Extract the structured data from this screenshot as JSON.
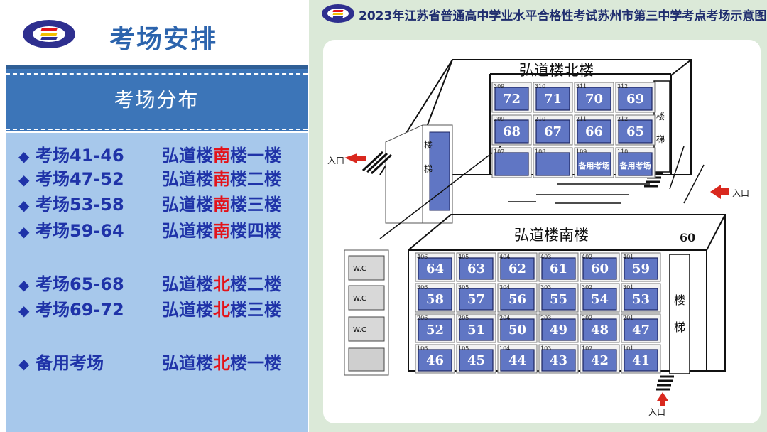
{
  "left_panel": {
    "heading": "考场安排",
    "band_title": "考场分布",
    "rows": [
      {
        "bullet": "◆",
        "range": "考场41-46",
        "loc_a": "弘道楼",
        "loc_hl": "南",
        "loc_b": "楼一楼"
      },
      {
        "bullet": "◆",
        "range": "考场47-52",
        "loc_a": "弘道楼",
        "loc_hl": "南",
        "loc_b": "楼二楼"
      },
      {
        "bullet": "◆",
        "range": "考场53-58",
        "loc_a": "弘道楼",
        "loc_hl": "南",
        "loc_b": "楼三楼"
      },
      {
        "bullet": "◆",
        "range": "考场59-64",
        "loc_a": "弘道楼",
        "loc_hl": "南",
        "loc_b": "楼四楼"
      },
      {
        "bullet": "◆",
        "range": "考场65-68",
        "loc_a": "弘道楼",
        "loc_hl": "北",
        "loc_b": "楼二楼"
      },
      {
        "bullet": "◆",
        "range": "考场69-72",
        "loc_a": "弘道楼",
        "loc_hl": "北",
        "loc_b": "楼三楼"
      },
      {
        "bullet": "◆",
        "range": "备用考场",
        "loc_a": "弘道楼",
        "loc_hl": "北",
        "loc_b": "楼一楼"
      }
    ]
  },
  "map": {
    "title": "2023年江苏省普通高中学业水平合格性考试苏州市第三中学考点考场示意图",
    "north_building": "弘道楼北楼",
    "south_building": "弘道楼南楼",
    "stairs": "楼梯",
    "entrance": "入口",
    "corner_number": "60",
    "wc": "W.C",
    "spare_room": "备用考场",
    "north_rooms": [
      {
        "code": "309",
        "num": "72"
      },
      {
        "code": "310",
        "num": "71"
      },
      {
        "code": "311",
        "num": "70"
      },
      {
        "code": "312",
        "num": "69"
      },
      {
        "code": "209",
        "num": "68"
      },
      {
        "code": "210",
        "num": "67"
      },
      {
        "code": "211",
        "num": "66"
      },
      {
        "code": "212",
        "num": "65"
      },
      {
        "code": "107",
        "num": ""
      },
      {
        "code": "108",
        "num": ""
      },
      {
        "code": "109",
        "num": "备用考场"
      },
      {
        "code": "110",
        "num": "备用考场"
      }
    ],
    "south_rooms": [
      {
        "code": "406",
        "num": "64"
      },
      {
        "code": "405",
        "num": "63"
      },
      {
        "code": "404",
        "num": "62"
      },
      {
        "code": "403",
        "num": "61"
      },
      {
        "code": "402",
        "num": "60"
      },
      {
        "code": "401",
        "num": "59"
      },
      {
        "code": "306",
        "num": "58"
      },
      {
        "code": "305",
        "num": "57"
      },
      {
        "code": "304",
        "num": "56"
      },
      {
        "code": "303",
        "num": "55"
      },
      {
        "code": "302",
        "num": "54"
      },
      {
        "code": "301",
        "num": "53"
      },
      {
        "code": "206",
        "num": "52"
      },
      {
        "code": "205",
        "num": "51"
      },
      {
        "code": "204",
        "num": "50"
      },
      {
        "code": "203",
        "num": "49"
      },
      {
        "code": "202",
        "num": "48"
      },
      {
        "code": "201",
        "num": "47"
      },
      {
        "code": "106",
        "num": "46"
      },
      {
        "code": "105",
        "num": "45"
      },
      {
        "code": "104",
        "num": "44"
      },
      {
        "code": "103",
        "num": "43"
      },
      {
        "code": "102",
        "num": "42"
      },
      {
        "code": "101",
        "num": "41"
      }
    ],
    "colors": {
      "room": "#6076c4",
      "highlight": "#e3131a",
      "entrance_arrow": "#d9281e"
    }
  }
}
